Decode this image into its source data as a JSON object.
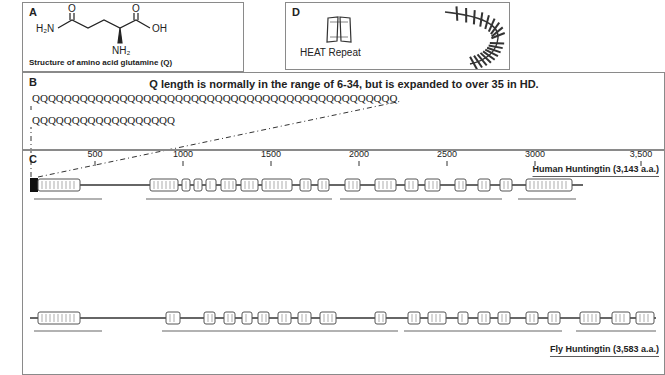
{
  "diagram": {
    "nodes": [
      {
        "text": [
          "A",
          "Structure of amino acid glutamine (Q)"
        ]
      },
      {
        "text": [
          "D",
          "HEAT Repeat"
        ]
      },
      {
        "text": [
          "B",
          "Q length is normally in the range of 6-34, but is expanded to over 35 in HD."
        ]
      },
      {
        "text": [
          "C"
        ]
      }
    ],
    "labels": [
      "H₂N",
      "O",
      "O",
      "OH",
      "NH₂",
      "QQQQQQQQQQQQQQQQQQQQQQQQQQQQQQQQQQQQQQQQQQQQQQ",
      "QQQQQQQQQQQQQQQQQQ",
      "500",
      "1000",
      "1500",
      "2000",
      "2500",
      "3000",
      "3,500",
      "Human Huntingtin (3,143 a.a.)",
      "Fly Huntingtin (3,583 a.a.)"
    ]
  }
}
